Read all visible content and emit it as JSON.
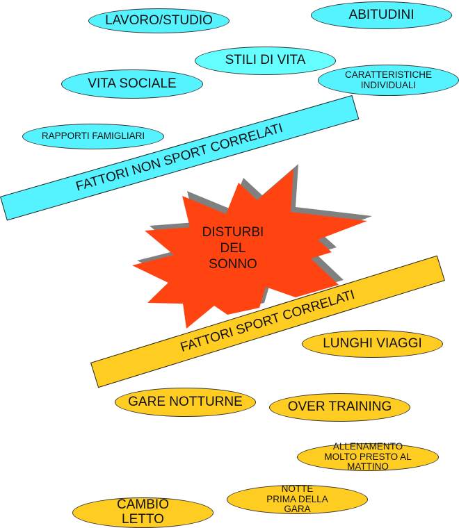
{
  "colors": {
    "non_sport": "#55f2ff",
    "sport": "#ffcc22",
    "center": "#ff4411",
    "shadow": "#808080"
  },
  "center": {
    "line1": "DISTURBI",
    "line2": "DEL",
    "line3": "SONNO"
  },
  "non_sport": {
    "title": "FATTORI NON SPORT CORRELATI",
    "items": [
      "LAVORO/STUDIO",
      "ABITUDINI",
      "STILI DI VITA",
      "VITA SOCIALE",
      "CARATTERISTICHE INDIVIDUALI",
      "RAPPORTI FAMIGLIARI"
    ]
  },
  "sport": {
    "title": "FATTORI SPORT CORRELATI",
    "items": [
      "LUNGHI VIAGGI",
      "GARE NOTTURNE",
      "OVER TRAINING",
      "ALLENAMENTO MOLTO PRESTO AL MATTINO",
      "NOTTE PRIMA DELLA GARA",
      "CAMBIO LETTO"
    ]
  }
}
